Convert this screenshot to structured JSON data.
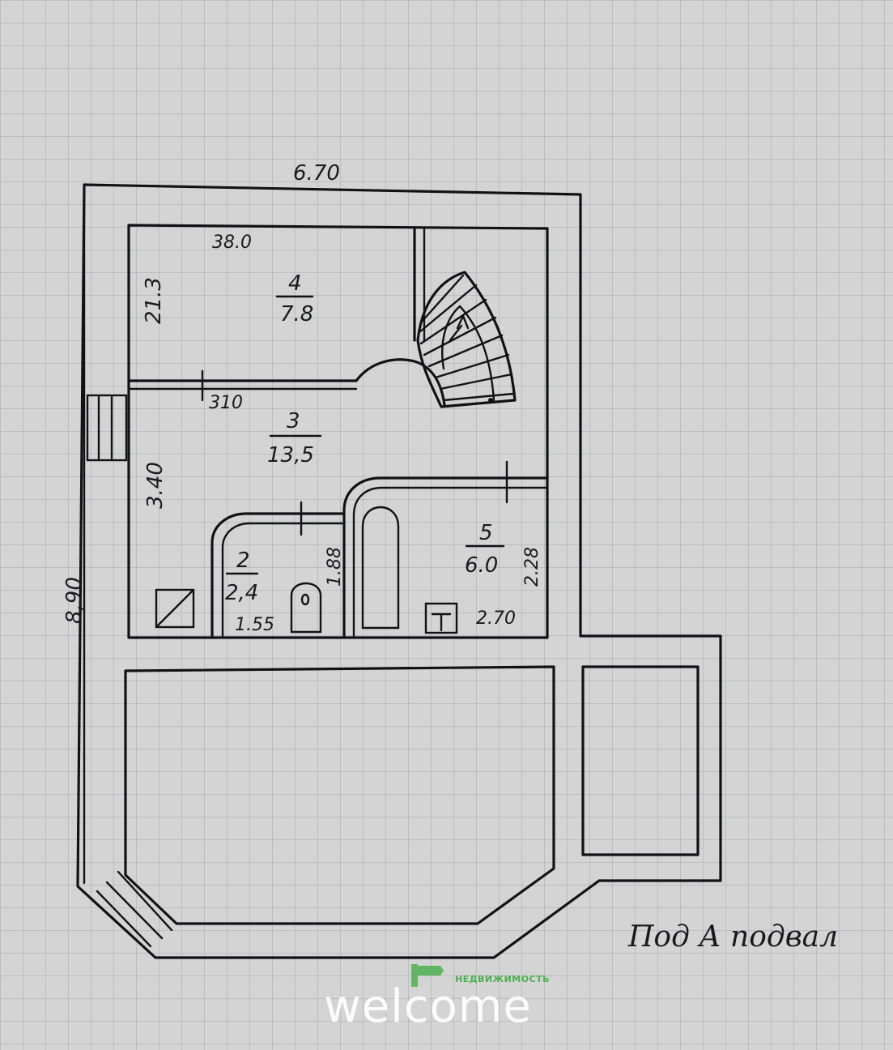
{
  "plan": {
    "overall_width": "6.70",
    "overall_height": "8,90",
    "rooms": [
      {
        "number": "4",
        "area": "7.8",
        "perimeter": "38.0",
        "height_note": "21.3"
      },
      {
        "number": "3",
        "area": "13,5",
        "side": "3.40",
        "door_mark": "310"
      },
      {
        "number": "2",
        "area": "2,4",
        "width": "1.55",
        "height": "1.88"
      },
      {
        "number": "5",
        "area": "6.0",
        "width": "2.70",
        "height": "2.28"
      }
    ],
    "caption": "Под А подвал"
  },
  "watermark": {
    "brand": "НЕДВИЖИМОСТЬ",
    "word": "welcome",
    "logo_color": "#4caf50"
  }
}
